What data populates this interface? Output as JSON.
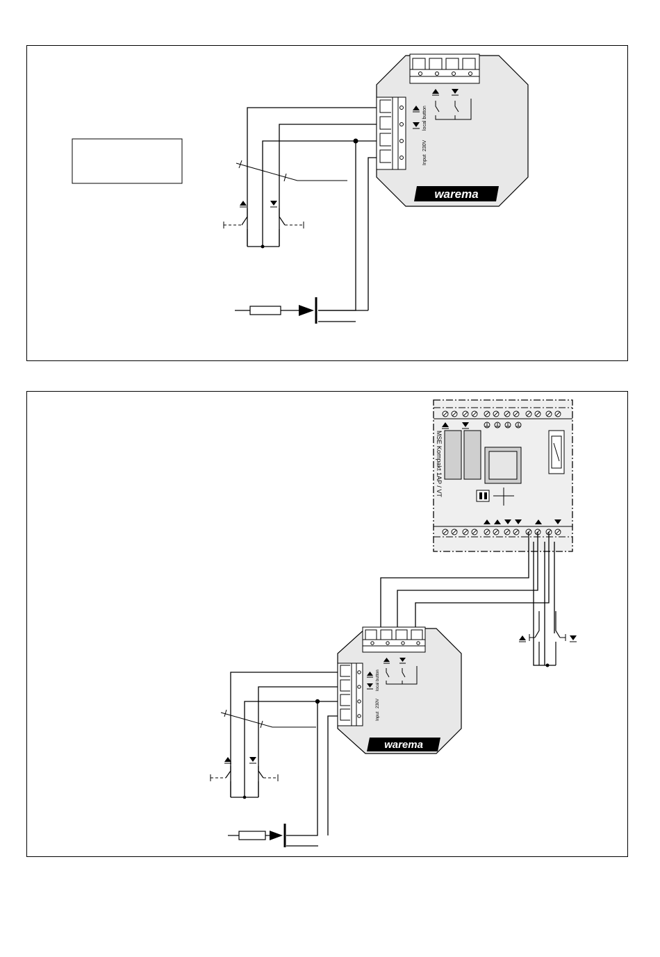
{
  "brand": {
    "name": "warema"
  },
  "unit": {
    "local_button": "local button",
    "voltage": "230V",
    "input": "Input"
  },
  "controller": {
    "label": "MSE Kompakt 1AP / VT"
  },
  "colors": {
    "line": "#000000",
    "housing": "#e8e8e8",
    "controller_bg": "#efefef",
    "logo_bg": "#000000"
  },
  "icons": [
    "up-arrow-icon",
    "down-arrow-icon",
    "ground-icon",
    "fuse-icon"
  ]
}
